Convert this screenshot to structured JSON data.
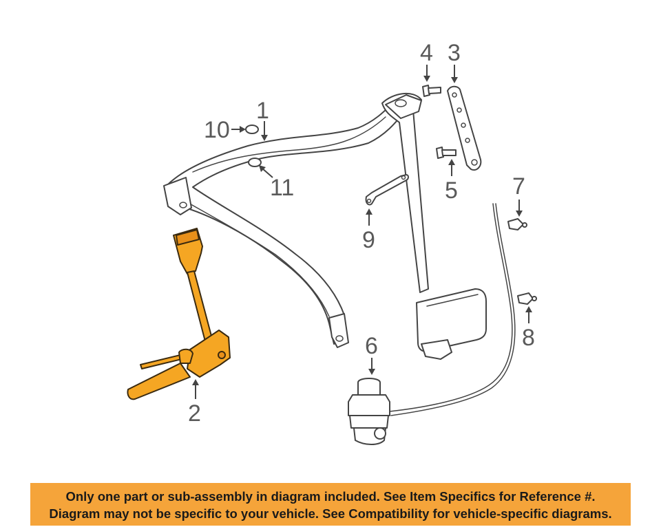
{
  "callouts": {
    "c1": "1",
    "c2": "2",
    "c3": "3",
    "c4": "4",
    "c5": "5",
    "c6": "6",
    "c7": "7",
    "c8": "8",
    "c9": "9",
    "c10": "10",
    "c11": "11"
  },
  "highlight_color": "#f5a623",
  "banner": {
    "line1": "Only one part or sub-assembly in diagram included. See Item Specifics for Reference #.",
    "line2": "Diagram may not be specific to your vehicle. See Compatibility for vehicle-specific diagrams.",
    "background": "#f5a43a"
  }
}
